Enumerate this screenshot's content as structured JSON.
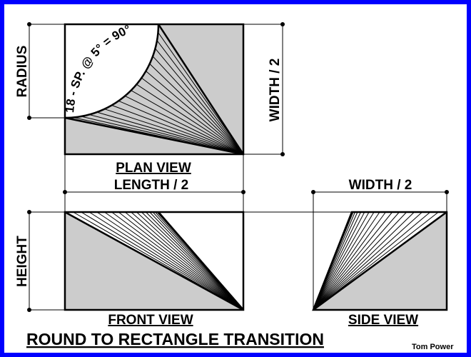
{
  "colors": {
    "border": "#0000ff",
    "fill": "#cccccc",
    "ink": "#000000",
    "paper": "#ffffff"
  },
  "plan": {
    "label": "PLAN VIEW",
    "radius_label": "RADIUS",
    "width_label": "WIDTH / 2",
    "arc_label": "18 - SP. @ 5° = 90°",
    "spaces": 18
  },
  "front": {
    "label": "FRONT VIEW",
    "length_label": "LENGTH / 2",
    "height_label": "HEIGHT"
  },
  "side": {
    "label": "SIDE VIEW",
    "width_label": "WIDTH / 2"
  },
  "title": "ROUND TO RECTANGLE TRANSITION",
  "signature": "Tom Power"
}
